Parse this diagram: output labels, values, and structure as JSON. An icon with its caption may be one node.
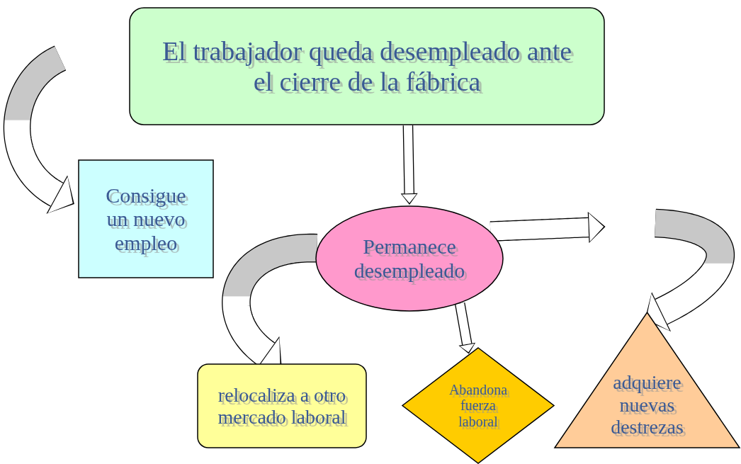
{
  "diagram": {
    "nodes": [
      {
        "text": [
          "El trabajador queda desempleado ante el cierre de la fábrica"
        ]
      },
      {
        "text": [
          "Consigue un nuevo empleo"
        ]
      },
      {
        "text": [
          "Permanece desempleado"
        ]
      },
      {
        "text": [
          "relocaliza a otro mercado laboral"
        ]
      },
      {
        "text": [
          "Abandona fuerza laboral"
        ]
      },
      {
        "text": [
          "adquiere nuevas destrezas"
        ]
      }
    ],
    "edges": [
      {
        "from": null,
        "to": 1,
        "arrow": "to"
      },
      {
        "from": 0,
        "to": 2,
        "arrow": "to"
      },
      {
        "from": 2,
        "to": 3,
        "arrow": "to"
      },
      {
        "from": 2,
        "to": 4,
        "arrow": "to"
      },
      {
        "from": 2,
        "to": null,
        "arrow": "to"
      },
      {
        "from": null,
        "to": 5,
        "arrow": "to"
      }
    ]
  }
}
